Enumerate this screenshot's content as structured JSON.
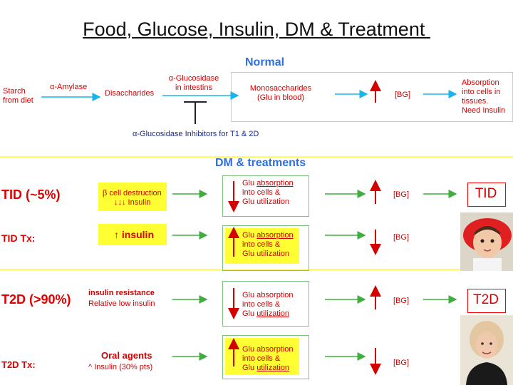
{
  "title": "Food, Glucose, Insulin, DM & Treatment ",
  "normal": {
    "header": "Normal",
    "starch": [
      "Starch",
      "from diet"
    ],
    "amylase": "α-Amylase",
    "disaccharides": "Disaccharides",
    "glucosidase": [
      "α-Glucosidase",
      "in intestins"
    ],
    "mono": [
      "Monosaccharides",
      "(Glu in blood)"
    ],
    "bg": "[BG]",
    "absorption": [
      "Absorption",
      "into cells in",
      "tissues.",
      "Need Insulin"
    ],
    "inhibitors": "α-Glucosidase Inhibitors for T1 & 2D"
  },
  "dm_header": "DM & treatments",
  "t1d": {
    "label": "TID (~5%)",
    "cause": [
      "β cell destruction",
      "↓↓↓ Insulin"
    ],
    "effect": [
      "Glu absorption",
      "into cells &",
      "Glu utilization"
    ],
    "effect_underline": "absorption",
    "bg": "[BG]",
    "result": "TID"
  },
  "t1d_tx": {
    "label": "TID Tx:",
    "cause": "↑ insulin",
    "effect": [
      "Glu absorption",
      "into cells &",
      "Glu utilization"
    ],
    "bg": "[BG]"
  },
  "t2d": {
    "label": "T2D (>90%)",
    "cause": [
      "insulin resistance",
      "Relative low  insulin"
    ],
    "effect": [
      "Glu absorption",
      "into cells &",
      "Glu utilization"
    ],
    "bg": "[BG]",
    "result": "T2D"
  },
  "t2d_tx": {
    "label": "T2D Tx:",
    "cause": [
      "Oral agents",
      "^ Insulin (30% pts)"
    ],
    "effect": [
      "Glu absorption",
      "into cells &",
      "Glu utilization"
    ],
    "bg": "[BG]"
  },
  "colors": {
    "red": "#d40000",
    "green": "#3fae3f",
    "cyan": "#19b5e8",
    "yellow": "#ffff33",
    "blue": "#2d6fe0"
  }
}
